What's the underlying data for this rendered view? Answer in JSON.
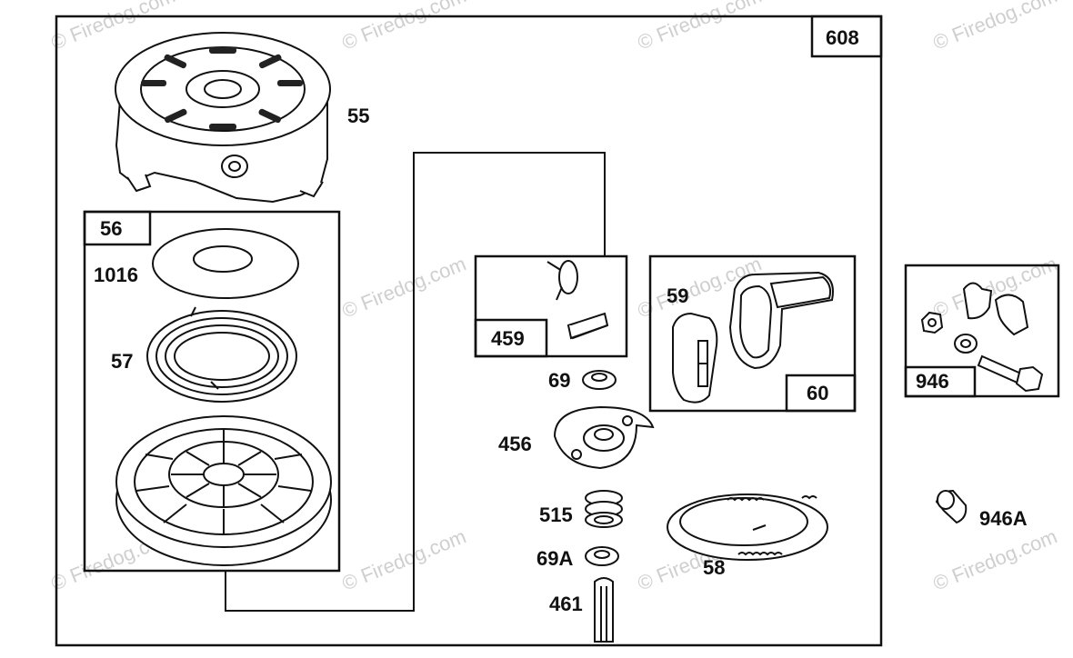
{
  "watermark": "© Firedog.com",
  "labels": {
    "outer_box": "608",
    "starter_housing": "55",
    "pulley_kit_box": "56",
    "washer": "1016",
    "rewind_spring": "57",
    "pawl_kit_box": "459",
    "washer_69": "69",
    "retainer": "456",
    "spring_515": "515",
    "washer_69a": "69A",
    "pin": "461",
    "rope": "58",
    "handle_insert": "59",
    "handle_box": "60",
    "hardware_box": "946",
    "bushing": "946A"
  }
}
